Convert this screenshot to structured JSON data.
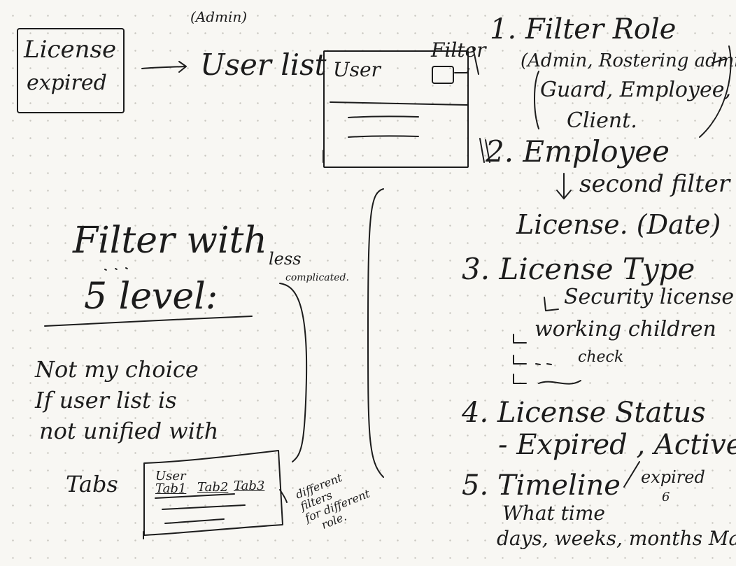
{
  "top_left": {
    "license_box": [
      "License",
      "expired"
    ],
    "admin_note": "(Admin)",
    "user_list_label": "User list"
  },
  "wireframe_main": {
    "title": "User",
    "filter_label": "Filter"
  },
  "filter_steps": {
    "step1": {
      "title": "1. Filter Role",
      "options_line1": "(Admin, Rostering admin",
      "options_line2": "Guard, Employee,",
      "options_line3": "Client."
    },
    "step2": {
      "title": "2. Employee",
      "sub1": "second filter",
      "sub2": "License. (Date)"
    },
    "step3": {
      "title": "3. License Type",
      "item1": "Security license",
      "item2": "working children",
      "item2b": "check"
    },
    "step4": {
      "title": "4. License Status",
      "values": "- Expired , Active"
    },
    "step5": {
      "title": "5. Timeline",
      "line1": "What time",
      "note_expired": "expired",
      "note_num": "6",
      "line2": "days, weeks, months Max"
    }
  },
  "left_notes": {
    "heading_line1": "Filter with",
    "heading_line2": "5 level:",
    "side_note_line1": "less",
    "side_note_line2": "complicated.",
    "not_choice_line1": "Not my choice",
    "not_choice_line2": "If user list is",
    "not_choice_line3": "not unified with",
    "tabs_label": "Tabs"
  },
  "wireframe_tabs": {
    "title": "User",
    "tabs": [
      "Tab1",
      "Tab2",
      "Tab3"
    ]
  },
  "side_annotation": [
    "different",
    "filters",
    "for different",
    "role."
  ]
}
